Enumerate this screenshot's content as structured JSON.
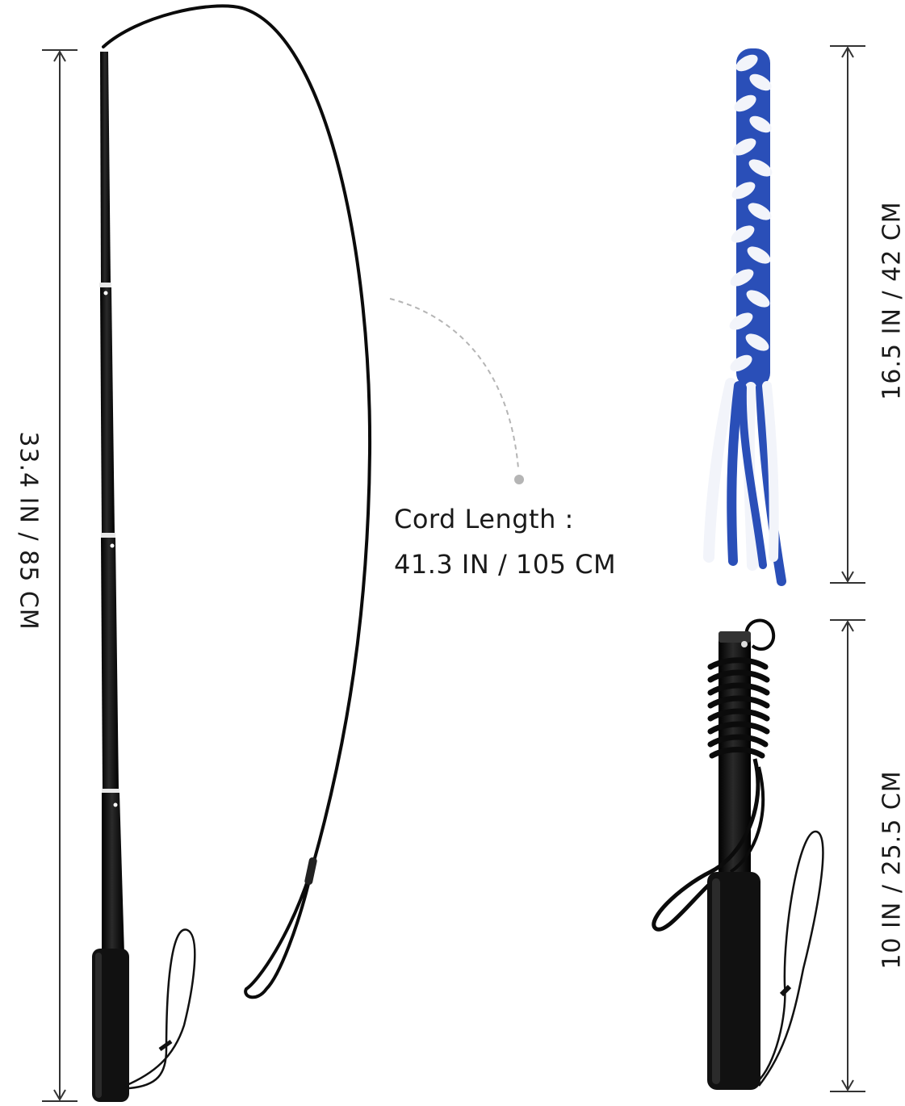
{
  "dimensions": {
    "total_length": "33.4 IN / 85 CM",
    "toy_length": "16.5 IN / 42 CM",
    "handle_length": "10 IN / 25.5 CM"
  },
  "cord": {
    "heading": "Cord Length :",
    "value": "41.3 IN / 105 CM"
  },
  "colors": {
    "pole": "#0a0a0a",
    "rope_blue": "#2a4fb8",
    "rope_white": "#f2f4fa",
    "dim_line": "#333333",
    "callout_dash": "#b5b5b5"
  }
}
